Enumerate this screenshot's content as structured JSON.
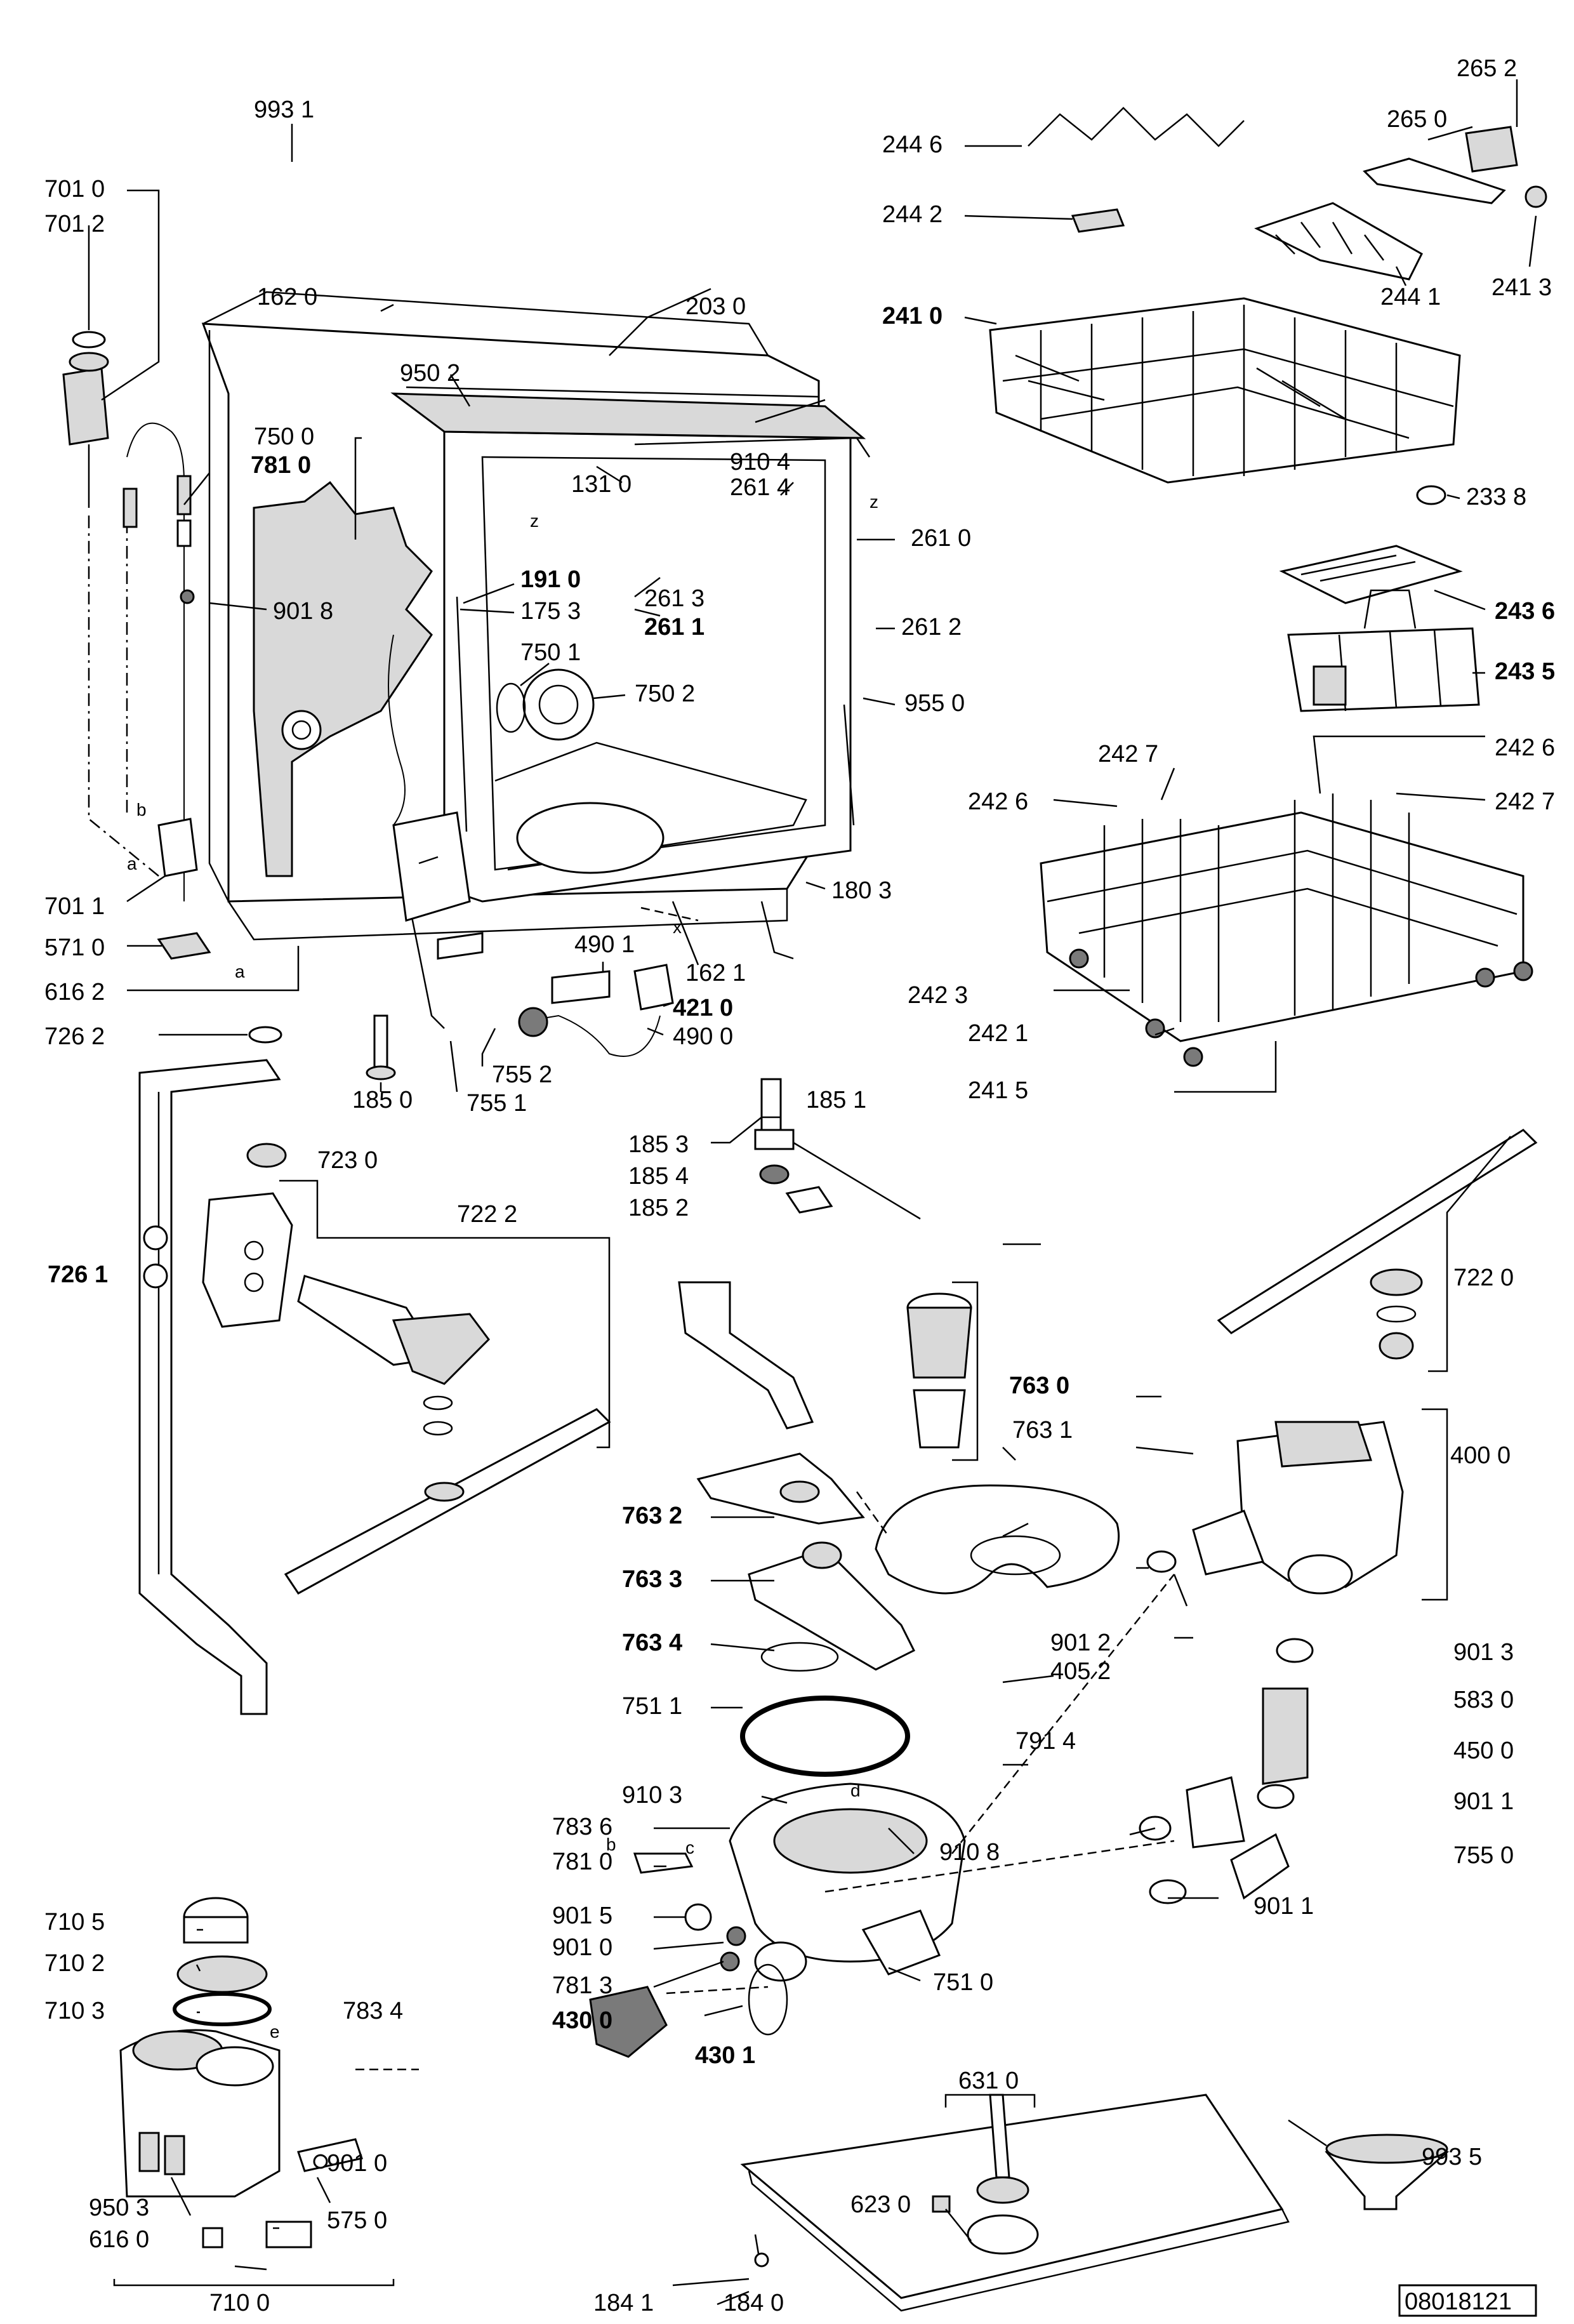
{
  "labels": {
    "p9931": "993 1",
    "p7010": "701 0",
    "p7012": "701 2",
    "p1620": "162 0",
    "p2030": "203 0",
    "p9502": "950 2",
    "p7500": "750 0",
    "p7810a": "781 0",
    "p1310": "131 0",
    "p9104": "910 4",
    "p2614": "261 4",
    "p2610": "261 0",
    "p9018": "901 8",
    "p1910": "191 0",
    "p1753": "175 3",
    "p2613": "261 3",
    "p2611": "261 1",
    "p2612": "261 2",
    "p7501": "750 1",
    "p7502": "750 2",
    "p9550": "955 0",
    "p7011": "701 1",
    "p5710": "571 0",
    "p6162": "616 2",
    "p1803": "180 3",
    "p4901": "490 1",
    "p1621": "162 1",
    "p4210": "421 0",
    "p4900": "490 0",
    "p7262": "726 2",
    "p1850": "185 0",
    "p7552": "755 2",
    "p7551": "755 1",
    "p7230": "723 0",
    "p7222": "722 2",
    "p7261": "726 1",
    "p1853": "185 3",
    "p1851": "185 1",
    "p1854": "185 4",
    "p1852": "185 2",
    "p2446": "244 6",
    "p2442": "244 2",
    "p2652": "265 2",
    "p2650": "265 0",
    "p2441": "244 1",
    "p2413": "241 3",
    "p2410": "241 0",
    "p2338": "233 8",
    "p2436": "243 6",
    "p2435": "243 5",
    "p2427a": "242 7",
    "p2426a": "242 6",
    "p2426b": "242 6",
    "p2427b": "242 7",
    "p2423": "242 3",
    "p2421": "242 1",
    "p2415": "241 5",
    "p7220": "722 0",
    "p7630": "763 0",
    "p7631": "763 1",
    "p4000": "400 0",
    "p7632": "763 2",
    "p7633": "763 3",
    "p7634": "763 4",
    "p9012": "901 2",
    "p4052": "405 2",
    "p9013": "901 3",
    "p7511": "751 1",
    "p5830": "583 0",
    "p7914": "791 4",
    "p4500": "450 0",
    "p9011a": "901 1",
    "p7836": "783 6",
    "p9103": "910 3",
    "p9108": "910 8",
    "p7810b": "781 0",
    "p7550": "755 0",
    "p9011b": "901 1",
    "p7105": "710 5",
    "p9015": "901 5",
    "p9010a": "901 0",
    "p7102": "710 2",
    "p7813": "781 3",
    "p7510": "751 0",
    "p7103": "710 3",
    "p4300": "430 0",
    "p4301": "430 1",
    "p7834": "783 4",
    "p9010b": "901 0",
    "p6310": "631 0",
    "p9935": "993 5",
    "p9503": "950 3",
    "p6230": "623 0",
    "p6160": "616 0",
    "p5750": "575 0",
    "p7100": "710 0",
    "p1841": "184 1",
    "p1840": "184 0"
  },
  "letters": {
    "z1": "z",
    "z2": "z",
    "b1": "b",
    "a1": "a",
    "a2": "a",
    "x1": "x",
    "b2": "b",
    "c1": "c",
    "d1": "d",
    "e1": "e"
  },
  "reference_number": "08018121"
}
